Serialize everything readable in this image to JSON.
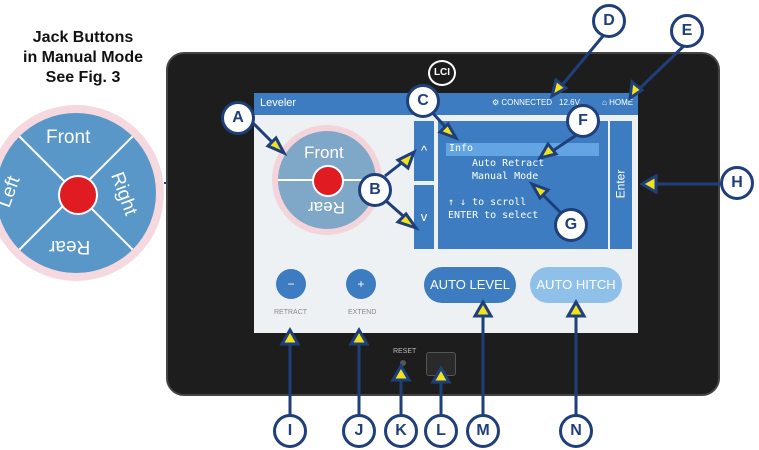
{
  "caption": [
    "Jack Buttons",
    "in Manual Mode",
    "See Fig. 3"
  ],
  "jack_wheel": {
    "front": "Front",
    "left": "Left",
    "right": "Right",
    "rear": "Rear"
  },
  "device": {
    "logo": "LCI",
    "title": "Leveler",
    "status": {
      "connected": "CONNECTED",
      "battery": "12.6V",
      "home": "HOME"
    },
    "wheel": {
      "front": "Front",
      "rear": "Rear"
    },
    "scroll_up": "^",
    "scroll_down": "v",
    "menu": {
      "items": [
        "Info",
        "Auto Retract",
        "Manual Mode"
      ],
      "hint1": "↑ ↓ to scroll",
      "hint2": "ENTER to select"
    },
    "enter": "Enter",
    "retract": {
      "symbol": "−",
      "label": "RETRACT"
    },
    "extend": {
      "symbol": "+",
      "label": "EXTEND"
    },
    "auto_level": "AUTO LEVEL",
    "auto_hitch": "AUTO HITCH",
    "reset": "RESET"
  },
  "callouts": [
    "A",
    "B",
    "C",
    "D",
    "E",
    "F",
    "G",
    "H",
    "I",
    "J",
    "K",
    "L",
    "M",
    "N"
  ],
  "colors": {
    "accent": "#3d7cc0",
    "callout": "#1f3f7a",
    "arrow": "#f2e21c",
    "jack_dot": "#e01b22"
  }
}
